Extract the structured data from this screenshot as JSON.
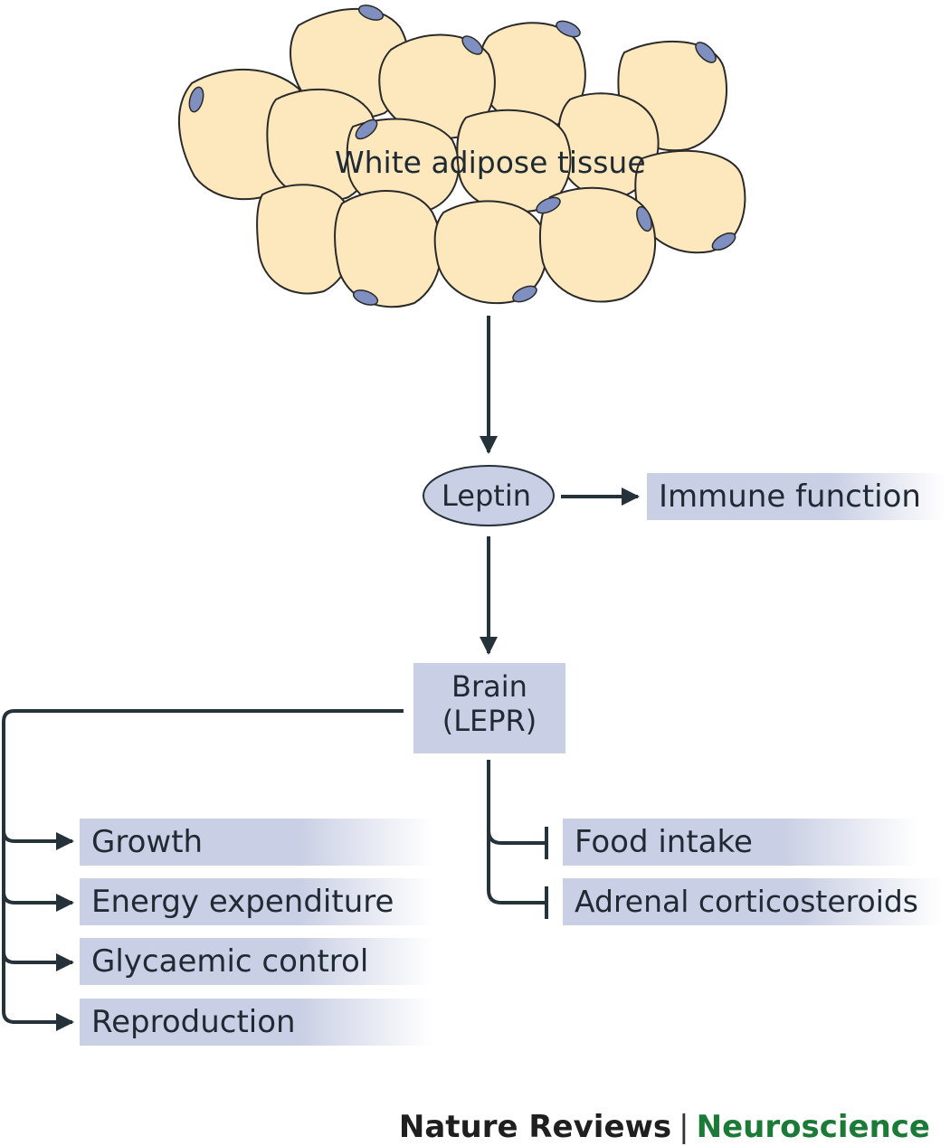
{
  "tissue": {
    "label": "White adipose tissue"
  },
  "leptin": {
    "label": "Leptin"
  },
  "immune": {
    "label": "Immune function"
  },
  "brain": {
    "line1": "Brain",
    "line2": "(LEPR)"
  },
  "stimulated": [
    "Growth",
    "Energy expenditure",
    "Glycaemic control",
    "Reproduction"
  ],
  "inhibited": [
    "Food intake",
    "Adrenal corticosteroids"
  ],
  "footer": {
    "journal": "Nature Reviews",
    "separator": "|",
    "section": "Neuroscience"
  },
  "colors": {
    "cell_fill": "#fde8bd",
    "cell_stroke": "#2a2a2a",
    "nucleus": "#7f8fbf",
    "box": "#c9cfe4",
    "arrow": "#26323a",
    "section": "#1a7a36"
  }
}
